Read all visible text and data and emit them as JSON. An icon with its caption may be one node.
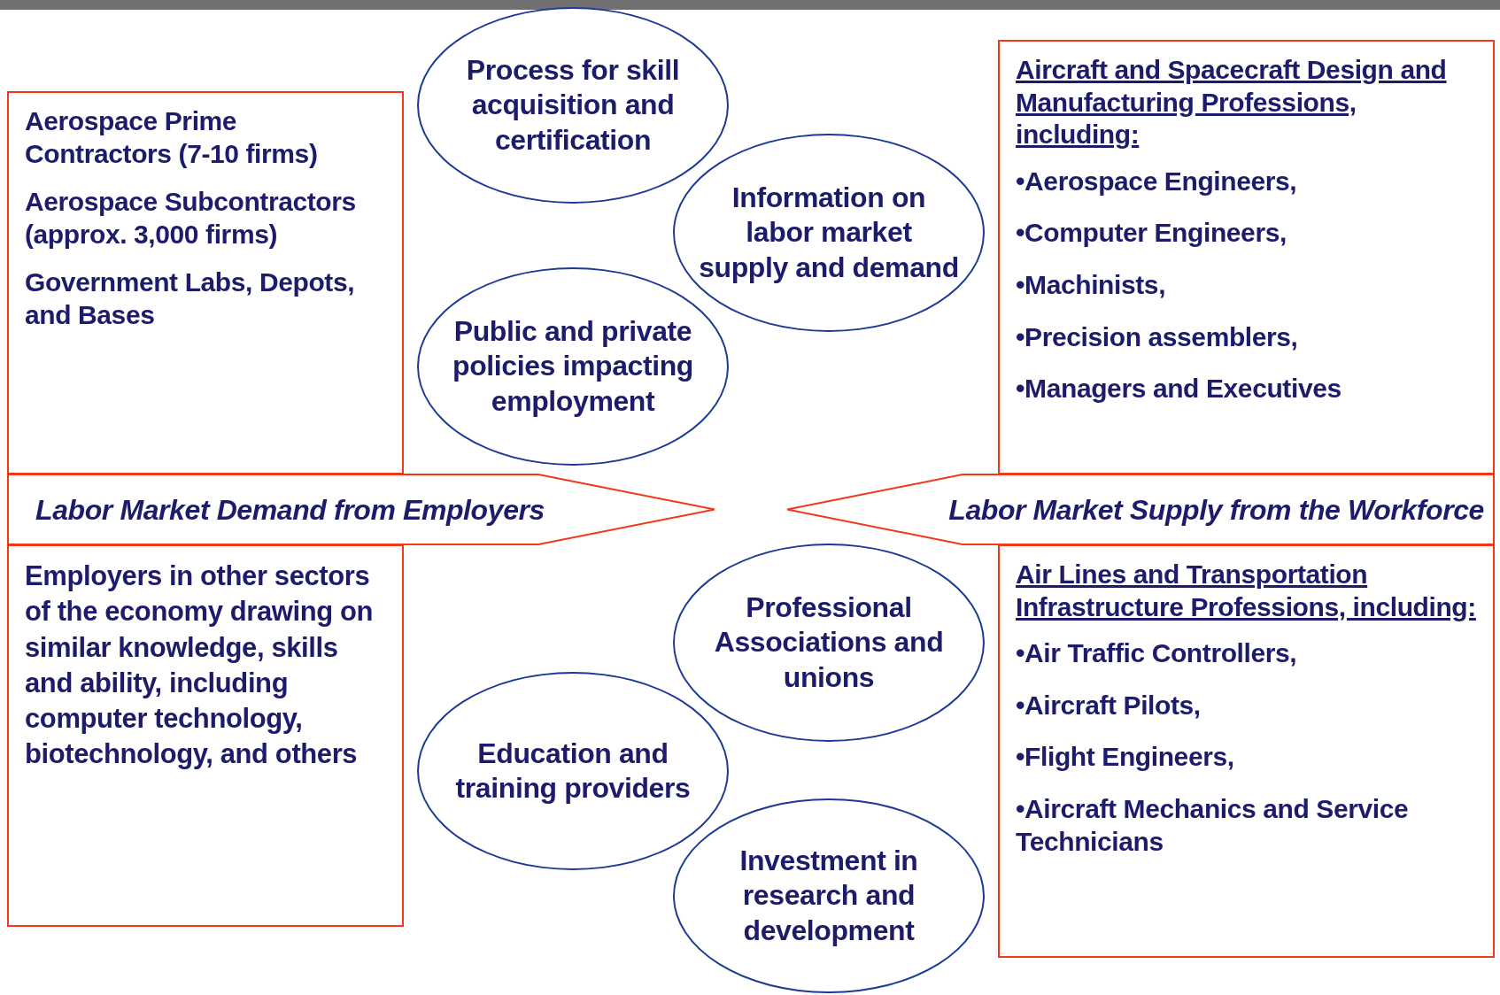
{
  "diagram": {
    "nodes": [
      {
        "text": [
          "Aerospace Prime Contractors (7-10 firms)",
          "Aerospace Subcontractors (approx. 3,000 firms)",
          "Government Labs, Depots, and Bases"
        ]
      },
      {
        "text": [
          "Process for skill acquisition and certification"
        ]
      },
      {
        "text": [
          "Information on labor market supply and demand"
        ]
      },
      {
        "text": [
          "Public and private policies impacting employment"
        ]
      },
      {
        "text": [
          "Aircraft and Spacecraft Design and Manufacturing Professions, including:",
          "•Aerospace Engineers,",
          "•Computer Engineers,",
          "•Machinists,",
          "•Precision assemblers,",
          "•Managers and Executives"
        ]
      },
      {
        "text": [
          "Labor Market Demand from Employers"
        ]
      },
      {
        "text": [
          "Labor Market Supply from the Workforce"
        ]
      },
      {
        "text": [
          "Employers in other sectors of the economy drawing on similar knowledge, skills and ability, including computer technology, biotechnology, and others"
        ]
      },
      {
        "text": [
          "Professional Associations and unions"
        ]
      },
      {
        "text": [
          "Air Lines and Transportation Infrastructure Professions, including:",
          "•Air Traffic Controllers,",
          "•Aircraft Pilots,",
          "•Flight Engineers,",
          "•Aircraft Mechanics and Service Technicians"
        ]
      },
      {
        "text": [
          "Education and training providers"
        ]
      },
      {
        "text": [
          "Investment in research and development"
        ]
      }
    ],
    "edges": []
  }
}
